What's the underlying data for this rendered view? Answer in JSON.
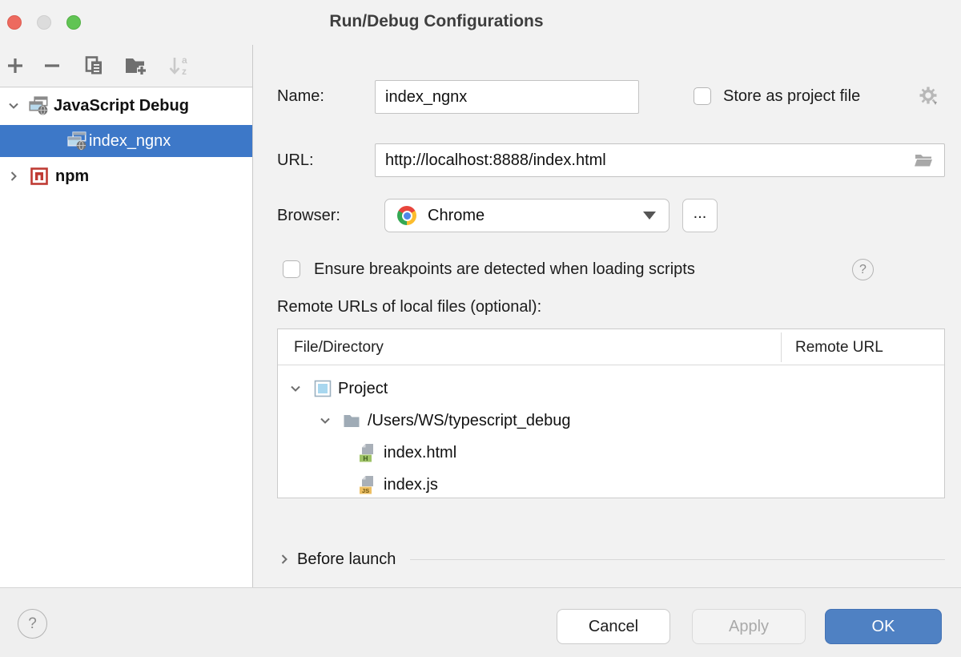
{
  "window": {
    "title": "Run/Debug Configurations"
  },
  "toolbar": {
    "icons": [
      "add-icon",
      "remove-icon",
      "copy-icon",
      "new-folder-icon",
      "sort-alphabetically-icon"
    ],
    "sort_a": "a",
    "sort_z": "z"
  },
  "sidebar": {
    "items": [
      {
        "label": "JavaScript Debug",
        "expanded": true,
        "selected": false
      },
      {
        "label": "index_ngnx",
        "selected": true
      },
      {
        "label": "npm",
        "expanded": false,
        "selected": false
      }
    ]
  },
  "form": {
    "name_label": "Name:",
    "name_value": "index_ngnx",
    "store_label": "Store as project file",
    "url_label": "URL:",
    "url_value": "http://localhost:8888/index.html",
    "browser_label": "Browser:",
    "browser_value": "Chrome",
    "more_button": "...",
    "ensure_label": "Ensure breakpoints are detected when loading scripts",
    "help_glyph": "?",
    "remote_urls_label": "Remote URLs of local files (optional):",
    "table": {
      "columns": [
        "File/Directory",
        "Remote URL"
      ],
      "rows": [
        {
          "label": "Project",
          "icon": "project-icon",
          "badge": "",
          "remote_url": ""
        },
        {
          "label": "/Users/WS/typescript_debug",
          "icon": "folder-icon",
          "badge": "",
          "remote_url": ""
        },
        {
          "label": "index.html",
          "icon": "html-file-icon",
          "badge": "H",
          "remote_url": ""
        },
        {
          "label": "index.js",
          "icon": "js-file-icon",
          "badge": "JS",
          "remote_url": ""
        }
      ]
    },
    "before_launch_label": "Before launch"
  },
  "footer": {
    "help_glyph": "?",
    "cancel_label": "Cancel",
    "apply_label": "Apply",
    "ok_label": "OK"
  },
  "colors": {
    "selection_blue": "#3d78c8",
    "ok_blue": "#4f81c3",
    "npm_red": "#bf3b34",
    "html_green": "#9ec266",
    "js_yellow": "#edbf63",
    "chrome_red": "#e8453c",
    "chrome_yellow": "#fcbd2e",
    "chrome_green": "#34a853",
    "chrome_blue": "#4f87e8"
  }
}
